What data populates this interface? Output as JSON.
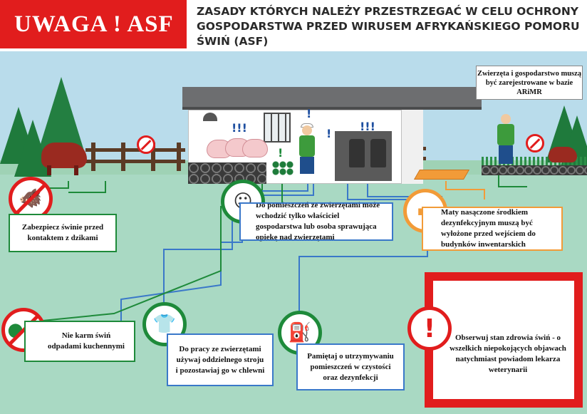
{
  "header": {
    "badge": "UWAGA ! ASF",
    "title_line1": "ZASADY KTÓRYCH NALEŻY PRZESTRZEGAĆ W CELU OCHRONY",
    "title_line2": "GOSPODARSTWA PRZED WIRUSEM AFRYKAŃSKIEGO POMORU",
    "title_line3": "ŚWIŃ (ASF)"
  },
  "notices": {
    "registration": "Zwierzęta i gospodarstwo muszą być zarejestrowane w bazie ARiMR",
    "wild_boar": "Zabezpiecz świnie przed kontaktem z dzikami",
    "access": "Do pomieszczeń ze zwierzętami może wchodzić tylko właściciel gospodarstwa lub osoba sprawująca opiekę nad zwierzętami",
    "mats": "Maty nasączone środkiem dezynfekcyjnym muszą być wyłożone przed wejściem do budynków inwentarskich",
    "kitchen_waste": "Nie karm świń odpadami kuchennymi",
    "clothing": "Do pracy ze zwierzętami używaj oddzielnego stroju i pozostawiaj go w chlewni",
    "cleaning": "Pamiętaj o utrzymywaniu pomieszczeń w czystości oraz dezynfekcji",
    "health": "Obserwuj stan zdrowia świń - o wszelkich niepokojących objawach natychmiast powiadom lekarza weterynarii"
  },
  "icons": {
    "wild_boar": "no-wild-boar-icon",
    "access": "farmer-face-icon",
    "mats": "mat-icon",
    "kitchen_waste": "no-food-waste-icon",
    "clothing": "coverall-icon",
    "cleaning": "disinfectant-spray-icon",
    "health": "exclamation-icon"
  },
  "colors": {
    "red": "#e11d1d",
    "green": "#1e8a3a",
    "blue": "#3a78c9",
    "orange": "#f29b38"
  }
}
